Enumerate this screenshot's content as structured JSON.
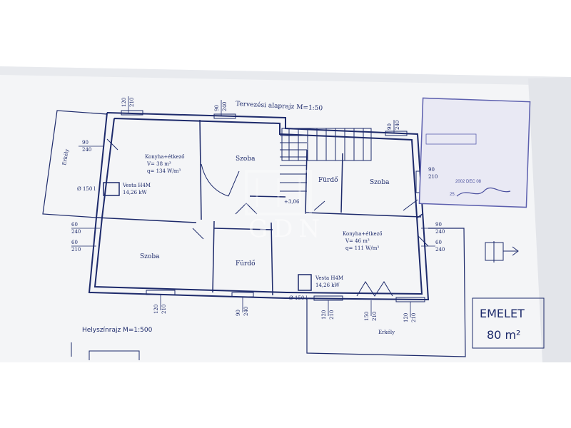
{
  "plan": {
    "title": "Tervezési alaprajz M=1:50",
    "site_plan_label": "Helyszínrajz M=1:500",
    "floor_label": "EMELET",
    "floor_area": "80 m²",
    "rooms": {
      "kitchen_left": [
        "Konyha+étkező",
        "V= 38 m³",
        "q= 134 W/m³"
      ],
      "room_top": "Szoba",
      "bath_top": "Fürdő",
      "room_right": "Szoba",
      "room_left": "Szoba",
      "bath_mid": "Fürdő",
      "kitchen_right": [
        "Konyha+étkező",
        "V= 46 m³",
        "q= 111 W/m³"
      ],
      "stair_mark": "+3,06",
      "erkely_left": "Erkély",
      "erkely_right": "Erkély"
    },
    "boiler_left": [
      "Vesta H4M",
      "14,26 kW"
    ],
    "boiler_right": [
      "Vesta H4M",
      "14,26 kW"
    ],
    "boiler_tag_left": "Ø 150 l",
    "boiler_tag_right": "Ø 150 l",
    "dims": {
      "d120_210": [
        "120",
        "210"
      ],
      "d150_210": [
        "150",
        "210"
      ],
      "d90_240": [
        "90",
        "240"
      ],
      "d60_240": [
        "60",
        "240"
      ],
      "d90_210": [
        "90",
        "210"
      ],
      "d60_210": [
        "60",
        "210"
      ]
    },
    "stamp": {
      "lines": [
        "",
        "",
        "",
        "",
        "",
        "",
        "",
        ""
      ],
      "date": "2002 DEC 08",
      "number": "25."
    },
    "watermark": "GDN"
  },
  "colors": {
    "ink": "#1d2a6b",
    "stamp": "#5c5fae",
    "paper": "#f6f7f8",
    "shadow": "#c9ccd1"
  }
}
